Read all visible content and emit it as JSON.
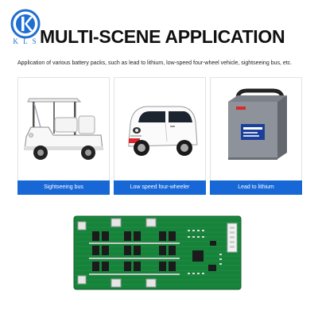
{
  "brand": {
    "logo_text": "K L S",
    "colors": {
      "accent_blue": "#1767d6",
      "board_green": "#17823a",
      "caption_text": "#ffffff"
    }
  },
  "header": {
    "title": "MULTI-SCENE APPLICATION",
    "subtitle": "Application of various battery packs, such as lead to lithium, low-speed four-wheel vehicle, sightseeing bus, etc."
  },
  "scenes": [
    {
      "caption": "Sightseeing bus",
      "icon": "golf-cart-icon"
    },
    {
      "caption": "Low speed four-wheeler",
      "icon": "mini-car-icon"
    },
    {
      "caption": "Lead to lithium",
      "icon": "battery-pack-icon"
    }
  ],
  "product": {
    "icon": "bms-board-icon"
  }
}
